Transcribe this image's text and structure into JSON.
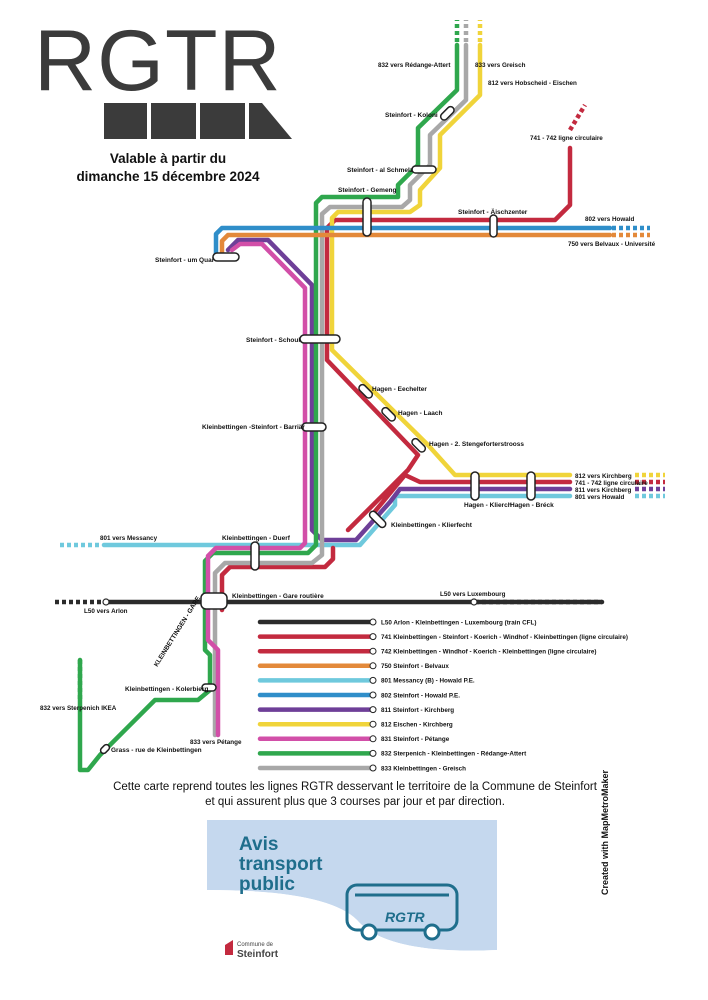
{
  "logo": {
    "text": "RGTR"
  },
  "validity": {
    "line1": "Valable à partir du",
    "line2": "dimanche 15 décembre 2024"
  },
  "colors": {
    "L50": "#2b2b2b",
    "741": "#c32a3f",
    "742": "#c32a3f",
    "750": "#e3893a",
    "801": "#6fc9dd",
    "802": "#2f8ec9",
    "811": "#6e3f98",
    "812": "#f0d43a",
    "831": "#d24fa8",
    "832": "#2fa74d",
    "833": "#a8a8a8"
  },
  "stations": [
    {
      "id": "s1",
      "label": "Steinfort - Koloni"
    },
    {
      "id": "s2",
      "label": "Steinfort - al Schmelz"
    },
    {
      "id": "s3",
      "label": "Steinfort - Gemeng"
    },
    {
      "id": "s4",
      "label": "Steinfort - Äischzenter"
    },
    {
      "id": "s5",
      "label": "Steinfort - um Quai"
    },
    {
      "id": "s6",
      "label": "Steinfort - Schoul"
    },
    {
      "id": "s7",
      "label": "Kleinbettingen -Steinfort - Barriär"
    },
    {
      "id": "s8",
      "label": "Hagen - Eechelter"
    },
    {
      "id": "s9",
      "label": "Hagen - Laach"
    },
    {
      "id": "s10",
      "label": "Hagen - 2. Stengeforterstrooss"
    },
    {
      "id": "s11",
      "label": "Hagen - Klierch"
    },
    {
      "id": "s12",
      "label": "Hagen - Bréck"
    },
    {
      "id": "s13",
      "label": "Kleinbettingen - Klierfecht"
    },
    {
      "id": "s14",
      "label": "Kleinbettingen - Duerf"
    },
    {
      "id": "s15",
      "label": "Kleinbettingen - Gare routière"
    },
    {
      "id": "s16",
      "label": "KLEINBETTINGEN - GARE"
    },
    {
      "id": "s17",
      "label": "Kleinbettingen - Kolerbierg"
    },
    {
      "id": "s18",
      "label": "Grass - rue de Kleinbettingen"
    }
  ],
  "terminals": [
    {
      "id": "t1",
      "label": "832 vers Rédange-Attert"
    },
    {
      "id": "t2",
      "label": "833 vers Greisch"
    },
    {
      "id": "t3",
      "label": "812 vers Hobscheid - Eischen"
    },
    {
      "id": "t4",
      "label": "741 - 742 ligne circulaire"
    },
    {
      "id": "t5",
      "label": "802 vers Howald"
    },
    {
      "id": "t6",
      "label": "750 vers Belvaux - Université"
    },
    {
      "id": "t7",
      "label": "812 vers Kirchberg"
    },
    {
      "id": "t8",
      "label": "741 - 742 ligne circulaire"
    },
    {
      "id": "t9",
      "label": "811 vers Kirchberg"
    },
    {
      "id": "t10",
      "label": "801 vers Howald"
    },
    {
      "id": "t11",
      "label": "801 vers Messancy"
    },
    {
      "id": "t12",
      "label": "L50 vers Luxembourg"
    },
    {
      "id": "t13",
      "label": "L50 vers Arlon"
    },
    {
      "id": "t14",
      "label": "832 vers Sterpenich  IKEA"
    },
    {
      "id": "t15",
      "label": "833 vers Pétange"
    }
  ],
  "legend": [
    {
      "line": "L50",
      "label": "L50 Arlon - Kleinbettingen - Luxembourg (train CFL)"
    },
    {
      "line": "741",
      "label": "741 Kleinbettingen - Steinfort - Koerich - Windhof - Kleinbettingen (ligne circulaire)"
    },
    {
      "line": "742",
      "label": "742 Kleinbettingen - Windhof - Koerich - Kleinbettingen (ligne circulaire)"
    },
    {
      "line": "750",
      "label": "750 Steinfort - Belvaux"
    },
    {
      "line": "801",
      "label": "801 Messancy (B) - Howald P.E."
    },
    {
      "line": "802",
      "label": "802 Steinfort - Howald P.E."
    },
    {
      "line": "811",
      "label": "811 Steinfort - Kirchberg"
    },
    {
      "line": "812",
      "label": "812 Eischen - Kirchberg"
    },
    {
      "line": "831",
      "label": "831 Steinfort - Pétange"
    },
    {
      "line": "832",
      "label": "832 Sterpenich - Kleinbettingen - Rédange-Attert"
    },
    {
      "line": "833",
      "label": "833 Kleinbettingen - Greisch"
    }
  ],
  "note": {
    "line1": "Cette carte reprend toutes les lignes RGTR desservant le territoire de la Commune de Steinfort",
    "line2": "et qui assurent plus que 3 courses par jour et par direction."
  },
  "avis": {
    "line1": "Avis",
    "line2": "transport",
    "line3": "public",
    "bus_label": "RGTR",
    "commune_small": "Commune de",
    "commune": "Steinfort"
  },
  "credit": "Created with MapMetroMaker"
}
